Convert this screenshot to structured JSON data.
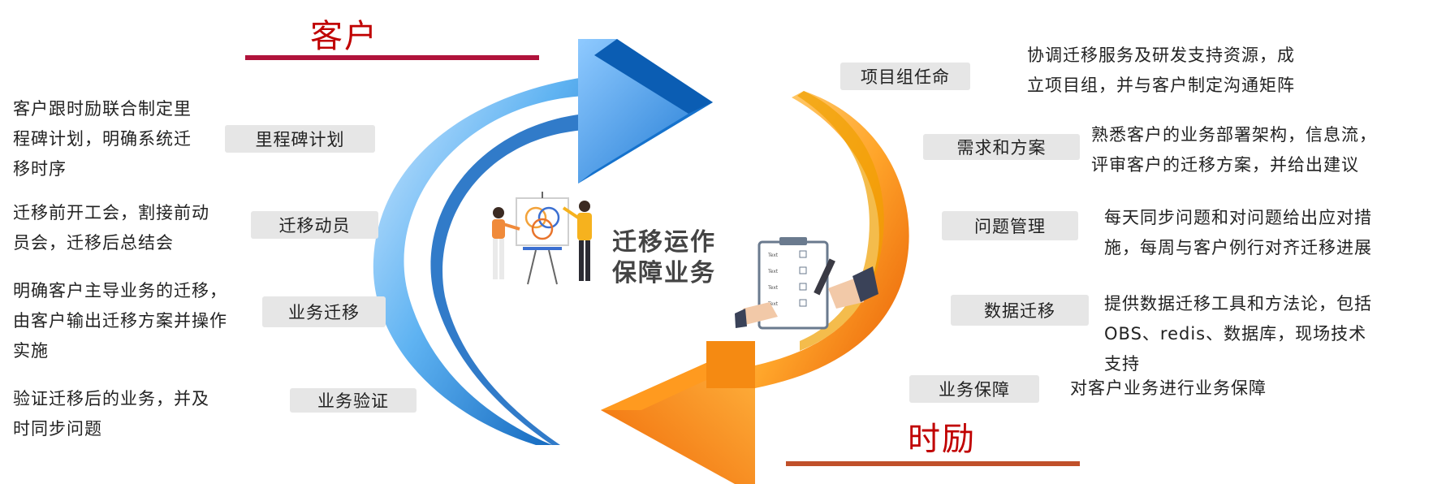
{
  "customer": {
    "title": "客户",
    "color": "#c00000",
    "rule_color": "#b0133b"
  },
  "vendor": {
    "title": "时励",
    "color": "#c00000",
    "rule_color": "#c0502a"
  },
  "center": {
    "line1": "迁移运作",
    "line2": "保障业务"
  },
  "left_items": [
    {
      "label": "里程碑计划",
      "desc": [
        "客户跟时励联合制定里",
        "程碑计划，明确系统迁",
        "移时序"
      ]
    },
    {
      "label": "迁移动员",
      "desc": [
        "迁移前开工会，割接前动",
        "员会，迁移后总结会"
      ]
    },
    {
      "label": "业务迁移",
      "desc": [
        "明确客户主导业务的迁移，",
        "由客户输出迁移方案并操作",
        "实施"
      ]
    },
    {
      "label": "业务验证",
      "desc": [
        "验证迁移后的业务，并及",
        "时同步问题"
      ]
    }
  ],
  "right_items": [
    {
      "label": "项目组任命",
      "desc": [
        "协调迁移服务及研发支持资源，成",
        "立项目组，并与客户制定沟通矩阵"
      ]
    },
    {
      "label": "需求和方案",
      "desc": [
        "熟悉客户的业务部署架构，信息流，",
        "评审客户的迁移方案，并给出建议"
      ]
    },
    {
      "label": "问题管理",
      "desc": [
        "每天同步问题和对问题给出应对措",
        "施，每周与客户例行对齐迁移进展"
      ]
    },
    {
      "label": "数据迁移",
      "desc": [
        "提供数据迁移工具和方法论，包括",
        "OBS、redis、数据库，现场技术",
        "支持"
      ]
    },
    {
      "label": "业务保障",
      "desc": [
        "对客户业务进行业务保障"
      ]
    }
  ],
  "checklist_items": [
    "Text",
    "Text",
    "Text",
    "Text"
  ],
  "colors": {
    "blue_arrow": "#1f7fd6",
    "orange_arrow": "#f07a10",
    "pill_bg": "#e6e6e6"
  }
}
